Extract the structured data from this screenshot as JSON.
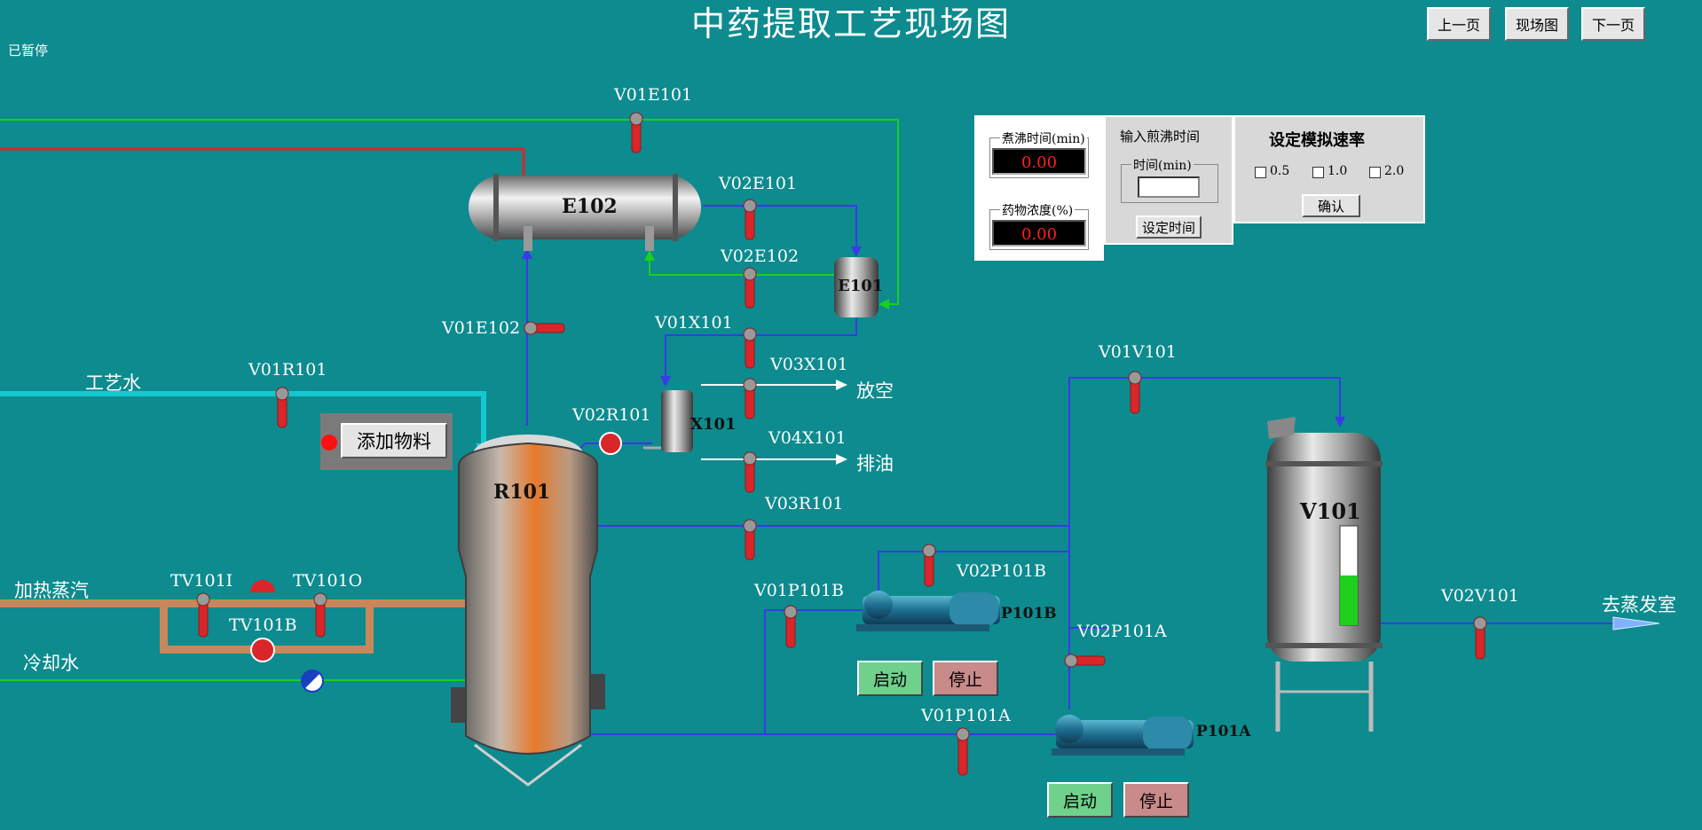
{
  "title": "中药提取工艺现场图",
  "status": "已暂停",
  "nav": {
    "prev": "上一页",
    "field": "现场图",
    "next": "下一页"
  },
  "streams": {
    "process_water": "工艺水",
    "heating_steam": "加热蒸汽",
    "cooling_water": "冷却水",
    "vent": "放空",
    "drain_oil": "排油",
    "to_evaporator": "去蒸发室"
  },
  "equipment": {
    "e102": "E102",
    "e101": "E101",
    "r101": "R101",
    "x101": "X101",
    "v101": "V101",
    "p101a": "P101A",
    "p101b": "P101B"
  },
  "valves": {
    "V01E101": "V01E101",
    "V02E101": "V02E101",
    "V02E102": "V02E102",
    "V01E102": "V01E102",
    "V01X101": "V01X101",
    "V03X101": "V03X101",
    "V04X101": "V04X101",
    "V03R101": "V03R101",
    "V01R101": "V01R101",
    "V02R101": "V02R101",
    "TV101I": "TV101I",
    "TV101O": "TV101O",
    "TV101B": "TV101B",
    "V01V101": "V01V101",
    "V02V101": "V02V101",
    "V02P101B": "V02P101B",
    "V01P101B": "V01P101B",
    "V02P101A": "V02P101A",
    "V01P101A": "V01P101A"
  },
  "add_material": "添加物料",
  "monitor": {
    "boil_time_label": "煮沸时间(min)",
    "boil_time_value": "0.00",
    "concentration_label": "药物浓度(%)",
    "concentration_value": "0.00"
  },
  "time_input": {
    "heading": "输入煎沸时间",
    "legend": "时间(min)",
    "value": "",
    "button": "设定时间"
  },
  "rate": {
    "heading": "设定模拟速率",
    "options": [
      "0.5",
      "1.0",
      "2.0"
    ],
    "confirm": "确认"
  },
  "pump_b": {
    "start": "启动",
    "stop": "停止"
  },
  "pump_a": {
    "start": "启动",
    "stop": "停止"
  },
  "v101_level": 0.5,
  "colors": {
    "background": "#0d8b8f",
    "valve": "#d8262b",
    "pipe_blue": "#3a3ae6",
    "pipe_green": "#19d219",
    "pipe_red": "#d8262b",
    "pipe_cyan": "#15c8d0",
    "pipe_steam": "#c8875a",
    "level": "#1fd01f"
  }
}
